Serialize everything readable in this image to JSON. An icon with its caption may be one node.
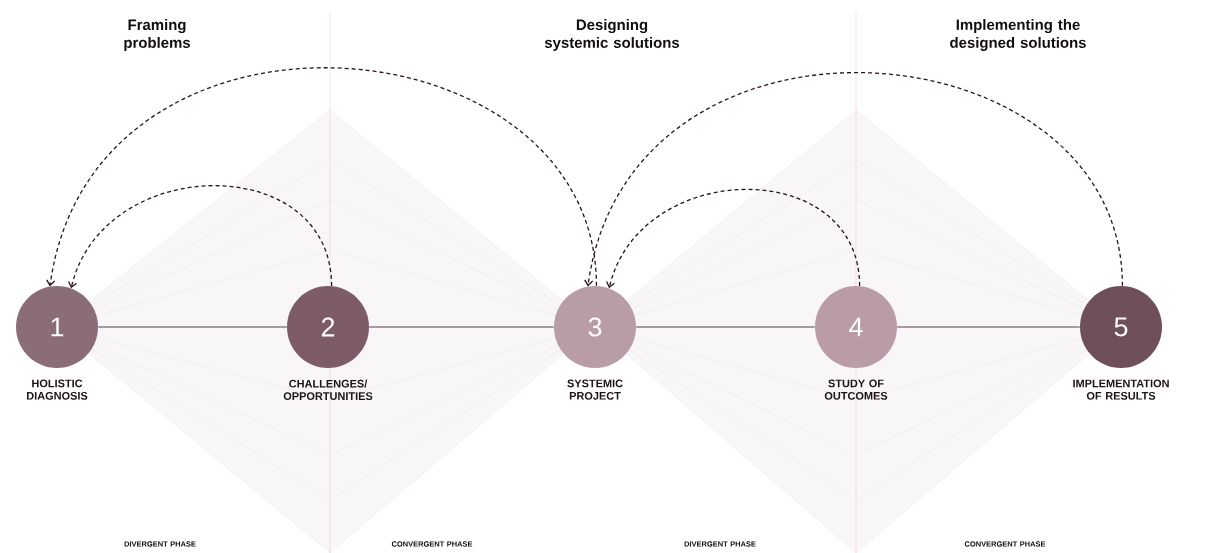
{
  "diagram": {
    "nodes": [
      {
        "text": [
          "1"
        ],
        "beside": [
          "HOLISTIC DIAGNOSIS"
        ]
      },
      {
        "text": [
          "2"
        ],
        "beside": [
          "CHALLENGES/ OPPORTUNITIES"
        ]
      },
      {
        "text": [
          "3"
        ],
        "beside": [
          "SYSTEMIC PROJECT"
        ]
      },
      {
        "text": [
          "4"
        ],
        "beside": [
          "STUDY OF OUTCOMES"
        ]
      },
      {
        "text": [
          "5"
        ],
        "beside": [
          "IMPLEMENTATION OF RESULTS"
        ]
      }
    ],
    "edges": [
      {
        "from": 0,
        "to": 1,
        "arrow": "none"
      },
      {
        "from": 1,
        "to": 2,
        "arrow": "none"
      },
      {
        "from": 2,
        "to": 3,
        "arrow": "none"
      },
      {
        "from": 3,
        "to": 4,
        "arrow": "none"
      },
      {
        "from": 1,
        "to": 0,
        "arrow": "to",
        "style": "dashed"
      },
      {
        "from": 2,
        "to": 0,
        "arrow": "to",
        "style": "dashed"
      },
      {
        "from": 3,
        "to": 2,
        "arrow": "to",
        "style": "dashed"
      },
      {
        "from": 4,
        "to": 2,
        "arrow": "to",
        "style": "dashed"
      }
    ],
    "labels": [
      "Framing problems",
      "Designing systemic solutions",
      "Implementing the designed solutions",
      "DIVERGENT PHASE",
      "CONVERGENT PHASE",
      "DIVERGENT PHASE",
      "CONVERGENT PHASE"
    ]
  }
}
